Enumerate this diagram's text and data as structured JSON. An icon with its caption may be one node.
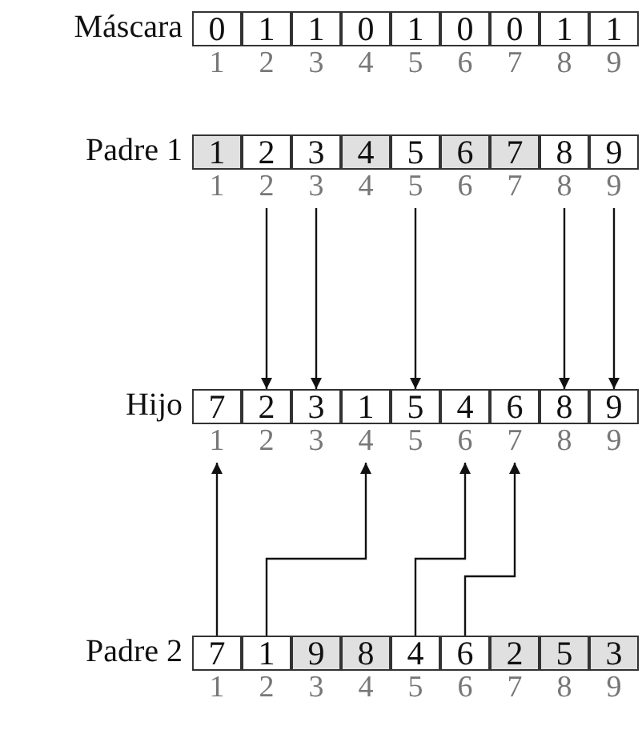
{
  "diagram": {
    "nodes": [
      {
        "text": [
          "0"
        ],
        "beside": [
          "1"
        ]
      },
      {
        "text": [
          "1"
        ],
        "beside": [
          "2"
        ]
      },
      {
        "text": [
          "1"
        ],
        "beside": [
          "3"
        ]
      },
      {
        "text": [
          "0"
        ],
        "beside": [
          "4"
        ]
      },
      {
        "text": [
          "1"
        ],
        "beside": [
          "5"
        ]
      },
      {
        "text": [
          "0"
        ],
        "beside": [
          "6"
        ]
      },
      {
        "text": [
          "0"
        ],
        "beside": [
          "7"
        ]
      },
      {
        "text": [
          "1"
        ],
        "beside": [
          "8"
        ]
      },
      {
        "text": [
          "1"
        ],
        "beside": [
          "9"
        ]
      },
      {
        "text": [
          "1"
        ],
        "beside": [
          "1"
        ]
      },
      {
        "text": [
          "2"
        ],
        "beside": [
          "2"
        ]
      },
      {
        "text": [
          "3"
        ],
        "beside": [
          "3"
        ]
      },
      {
        "text": [
          "4"
        ],
        "beside": [
          "4"
        ]
      },
      {
        "text": [
          "5"
        ],
        "beside": [
          "5"
        ]
      },
      {
        "text": [
          "6"
        ],
        "beside": [
          "6"
        ]
      },
      {
        "text": [
          "7"
        ],
        "beside": [
          "7"
        ]
      },
      {
        "text": [
          "8"
        ],
        "beside": [
          "8"
        ]
      },
      {
        "text": [
          "9"
        ],
        "beside": [
          "9"
        ]
      },
      {
        "text": [
          "7"
        ],
        "beside": [
          "1"
        ]
      },
      {
        "text": [
          "2"
        ],
        "beside": [
          "2"
        ]
      },
      {
        "text": [
          "3"
        ],
        "beside": [
          "3"
        ]
      },
      {
        "text": [
          "1"
        ],
        "beside": [
          "4"
        ]
      },
      {
        "text": [
          "5"
        ],
        "beside": [
          "5"
        ]
      },
      {
        "text": [
          "4"
        ],
        "beside": [
          "6"
        ]
      },
      {
        "text": [
          "6"
        ],
        "beside": [
          "7"
        ]
      },
      {
        "text": [
          "8"
        ],
        "beside": [
          "8"
        ]
      },
      {
        "text": [
          "9"
        ],
        "beside": [
          "9"
        ]
      },
      {
        "text": [
          "7"
        ],
        "beside": [
          "1"
        ]
      },
      {
        "text": [
          "1"
        ],
        "beside": [
          "2"
        ]
      },
      {
        "text": [
          "9"
        ],
        "beside": [
          "3"
        ]
      },
      {
        "text": [
          "8"
        ],
        "beside": [
          "4"
        ]
      },
      {
        "text": [
          "4"
        ],
        "beside": [
          "5"
        ]
      },
      {
        "text": [
          "6"
        ],
        "beside": [
          "6"
        ]
      },
      {
        "text": [
          "2"
        ],
        "beside": [
          "7"
        ]
      },
      {
        "text": [
          "5"
        ],
        "beside": [
          "8"
        ]
      },
      {
        "text": [
          "3"
        ],
        "beside": [
          "9"
        ]
      }
    ],
    "edges": [
      {
        "from": 10,
        "to": 19,
        "arrow": "to"
      },
      {
        "from": 11,
        "to": 20,
        "arrow": "to"
      },
      {
        "from": 13,
        "to": 22,
        "arrow": "to"
      },
      {
        "from": 16,
        "to": 25,
        "arrow": "to"
      },
      {
        "from": 17,
        "to": 26,
        "arrow": "to"
      },
      {
        "from": 27,
        "to": 18,
        "arrow": "to"
      },
      {
        "from": 28,
        "to": 21,
        "arrow": "to"
      },
      {
        "from": 31,
        "to": 23,
        "arrow": "to"
      },
      {
        "from": 32,
        "to": 24,
        "arrow": "to"
      }
    ],
    "labels": [
      "Máscara",
      "Padre 1",
      "Hijo",
      "Padre 2"
    ]
  }
}
